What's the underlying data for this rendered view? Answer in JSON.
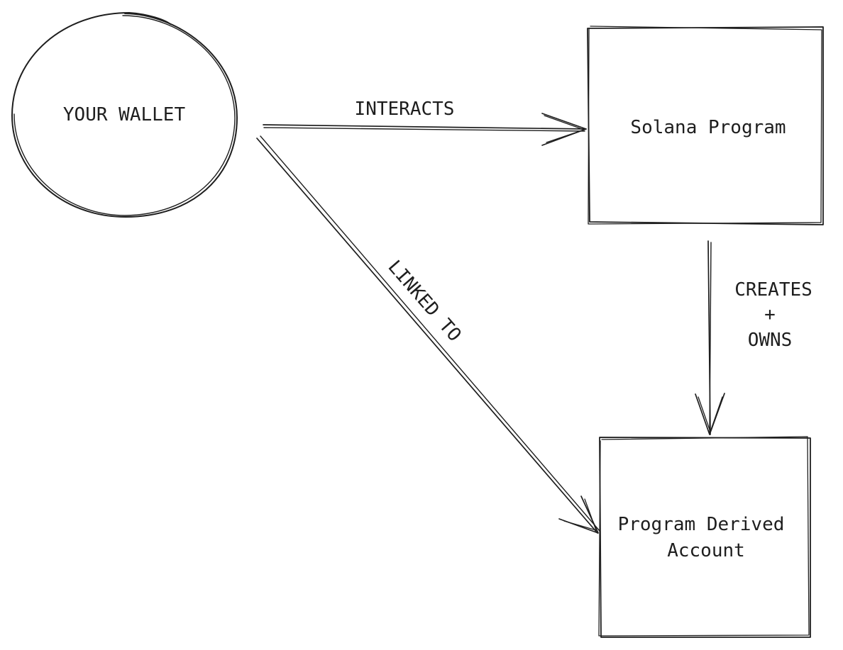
{
  "diagram": {
    "nodes": {
      "wallet": {
        "label": "YOUR WALLET",
        "shape": "circle"
      },
      "program": {
        "label": "Solana Program",
        "shape": "rectangle"
      },
      "pda": {
        "label_line1": "Program Derived",
        "label_line2": "Account",
        "shape": "rectangle"
      }
    },
    "edges": {
      "interacts": {
        "label": "INTERACTS",
        "from": "YOUR WALLET",
        "to": "Solana Program"
      },
      "linked_to": {
        "label": "LINKED TO",
        "from": "YOUR WALLET",
        "to": "Program Derived Account"
      },
      "creates_owns": {
        "label_line1": "CREATES",
        "label_line2": "+",
        "label_line3": "OWNS",
        "from": "Solana Program",
        "to": "Program Derived Account"
      }
    },
    "colors": {
      "stroke": "#1e1e1e",
      "background": "#ffffff"
    }
  }
}
